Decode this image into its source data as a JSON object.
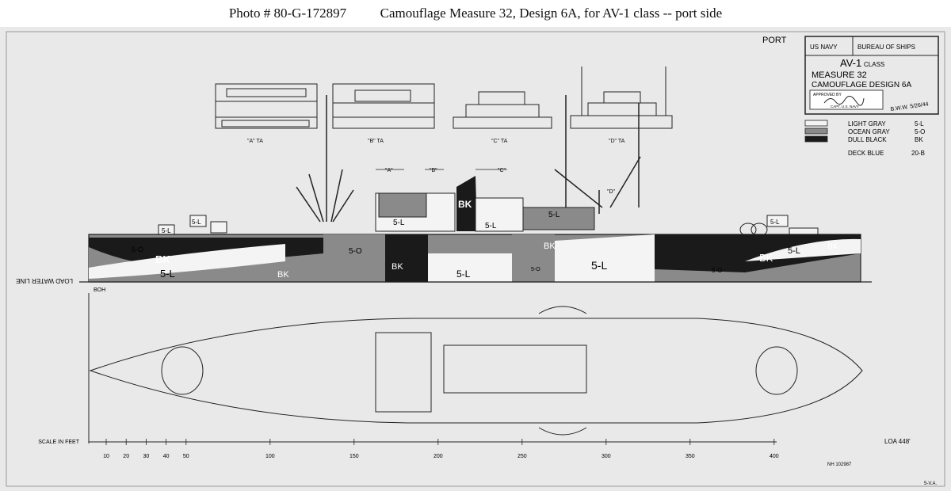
{
  "caption": {
    "photo_label": "Photo #",
    "photo_number": "80-G-172897",
    "description": "Camouflage Measure 32, Design 6A, for AV-1 class -- port side"
  },
  "drawing": {
    "side_label": "PORT",
    "title_block": {
      "org_left": "US NAVY",
      "org_right": "BUREAU OF SHIPS",
      "class_name": "AV-1",
      "class_suffix": "CLASS",
      "measure": "MEASURE 32",
      "design": "CAMOUFLAGE DESIGN 6A",
      "approved_label": "APPROVED BY",
      "approver_title": "CAPT. U.S. NAVY",
      "drawn_by": "B.W.W. 5/26/44"
    },
    "legend": [
      {
        "name": "LIGHT GRAY",
        "code": "5-L",
        "color": "#f4f4f4"
      },
      {
        "name": "OCEAN GRAY",
        "code": "5-O",
        "color": "#8a8a8a"
      },
      {
        "name": "DULL BLACK",
        "code": "BK",
        "color": "#1a1a1a"
      }
    ],
    "deck_blue": {
      "name": "DECK BLUE",
      "code": "20-B"
    },
    "views": [
      "\"A\" TA",
      "\"B\" TA",
      "\"C\" TA",
      "\"D\" TA"
    ],
    "elevation_markers": [
      "\"A\"",
      "\"B\"",
      "\"C\"",
      "\"D\""
    ],
    "hull_labels": {
      "bk": "BK",
      "s5l": "5-L",
      "s5o": "5-O"
    },
    "waterline_label": "LOAD WATER LINE",
    "plan_label": "BOH",
    "scale": {
      "label": "SCALE IN FEET",
      "ticks": [
        "10",
        "20",
        "30",
        "40",
        "50",
        "100",
        "150",
        "200",
        "250",
        "300",
        "350",
        "400"
      ],
      "length_label": "LOA 448'"
    },
    "stamp": "NH 102987",
    "corner_mark": "5-V.A."
  },
  "colors": {
    "paper": "#e9e9e9",
    "light_gray": "#f4f4f4",
    "ocean_gray": "#8a8a8a",
    "dull_black": "#1a1a1a",
    "line": "#222222"
  }
}
